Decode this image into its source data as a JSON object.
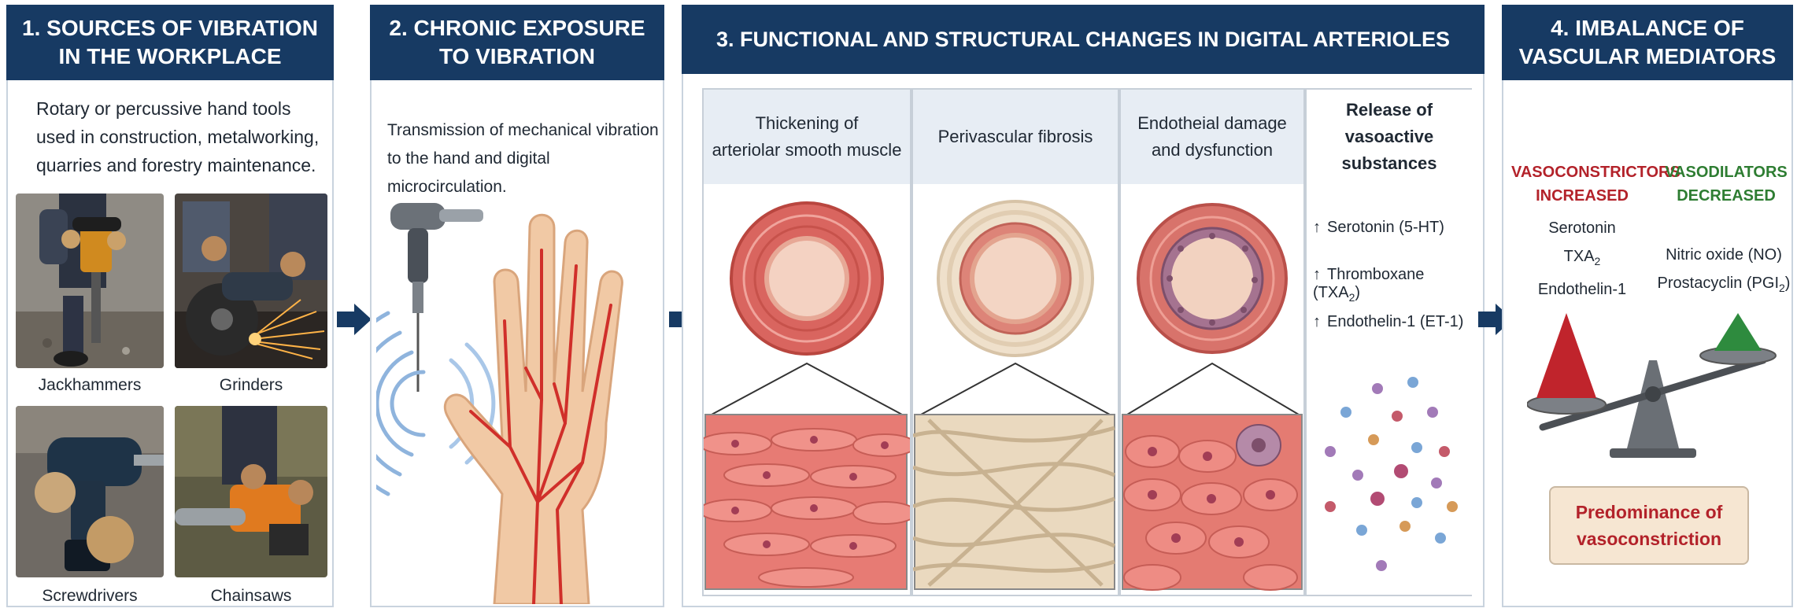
{
  "panel1": {
    "title_line1": "1. SOURCES OF VIBRATION",
    "title_line2": "IN THE WORKPLACE",
    "desc_line1": "Rotary or percussive hand tools",
    "desc_line2": "used in construction, metalworking,",
    "desc_line3": "quarries and forestry maintenance.",
    "tools": [
      "Jackhammers",
      "Grinders",
      "Screwdrivers",
      "Chainsaws"
    ]
  },
  "panel2": {
    "title_line1": "2. CHRONIC EXPOSURE",
    "title_line2": "TO VIBRATION",
    "desc_line1": "Transmission of mechanical vibration",
    "desc_line2": "to the hand and digital microcirculation."
  },
  "panel3": {
    "title": "3. FUNCTIONAL AND STRUCTURAL CHANGES IN DIGITAL ARTERIOLES",
    "columns": [
      {
        "line1": "Thickening of",
        "line2": "arteriolar smooth muscle"
      },
      {
        "line1": "Perivascular fibrosis",
        "line2": ""
      },
      {
        "line1": "Endotheial damage",
        "line2": "and dysfunction"
      },
      {
        "line1": "Release of vasoactive",
        "line2": "substances"
      }
    ],
    "substances": [
      {
        "arrow": "↑",
        "name": "Serotonin (5-HT)"
      },
      {
        "arrow": "↑",
        "name": "Thromboxane (TXA",
        "sub": "2",
        "tail": ")"
      },
      {
        "arrow": "↑",
        "name": "Endothelin-1 (ET-1)"
      }
    ]
  },
  "panel4": {
    "title_line1": "4. IMBALANCE OF",
    "title_line2": "VASCULAR MEDIATORS",
    "constrictors_line1": "VASOCONSTRICTORS",
    "constrictors_line2": "INCREASED",
    "dilators_line1": "VASODILATORS",
    "dilators_line2": "DECREASED",
    "constrictor_items": [
      "Serotonin",
      "TXA",
      "Endothelin-1"
    ],
    "constrictor_sub": "2",
    "dilator_items": [
      "Nitric oxide (NO)",
      "Prostacyclin (PGI",
      ")"
    ],
    "dilator_sub": "2",
    "result_line1": "Predominance of",
    "result_line2": "vasoconstriction"
  },
  "colors": {
    "header": "#173a63",
    "constrictor": "#b3222a",
    "dilator": "#2e7d32",
    "result_bg": "#f6e6d2"
  }
}
